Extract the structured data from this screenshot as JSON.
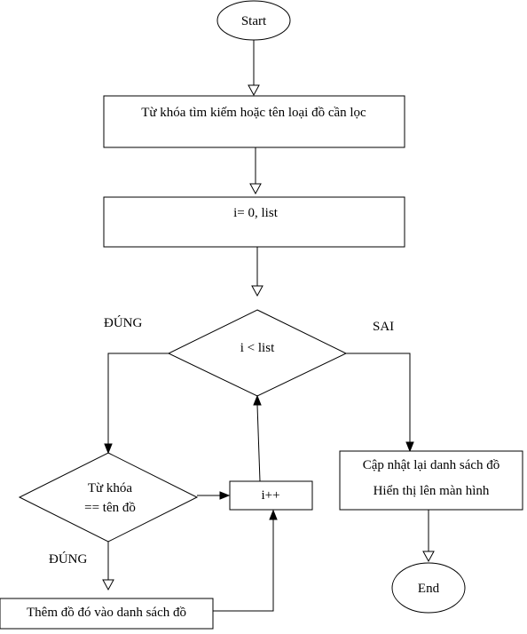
{
  "nodes": {
    "start": "Start",
    "input": "Từ khóa tìm kiếm hoặc tên loại đồ cần lọc",
    "init": "i= 0, list",
    "loop_condition": "i < list",
    "match_condition_line1": "Từ khóa",
    "match_condition_line2": "== tên đồ",
    "increment": "i++",
    "add_item": "Thêm đồ đó vào danh sách đồ",
    "update_line1": "Cập nhật lại danh sách đồ",
    "update_line2": "Hiển thị lên màn hình",
    "end": "End"
  },
  "labels": {
    "loop_true": "ĐÚNG",
    "loop_false": "SAI",
    "match_true": "ĐÚNG"
  }
}
